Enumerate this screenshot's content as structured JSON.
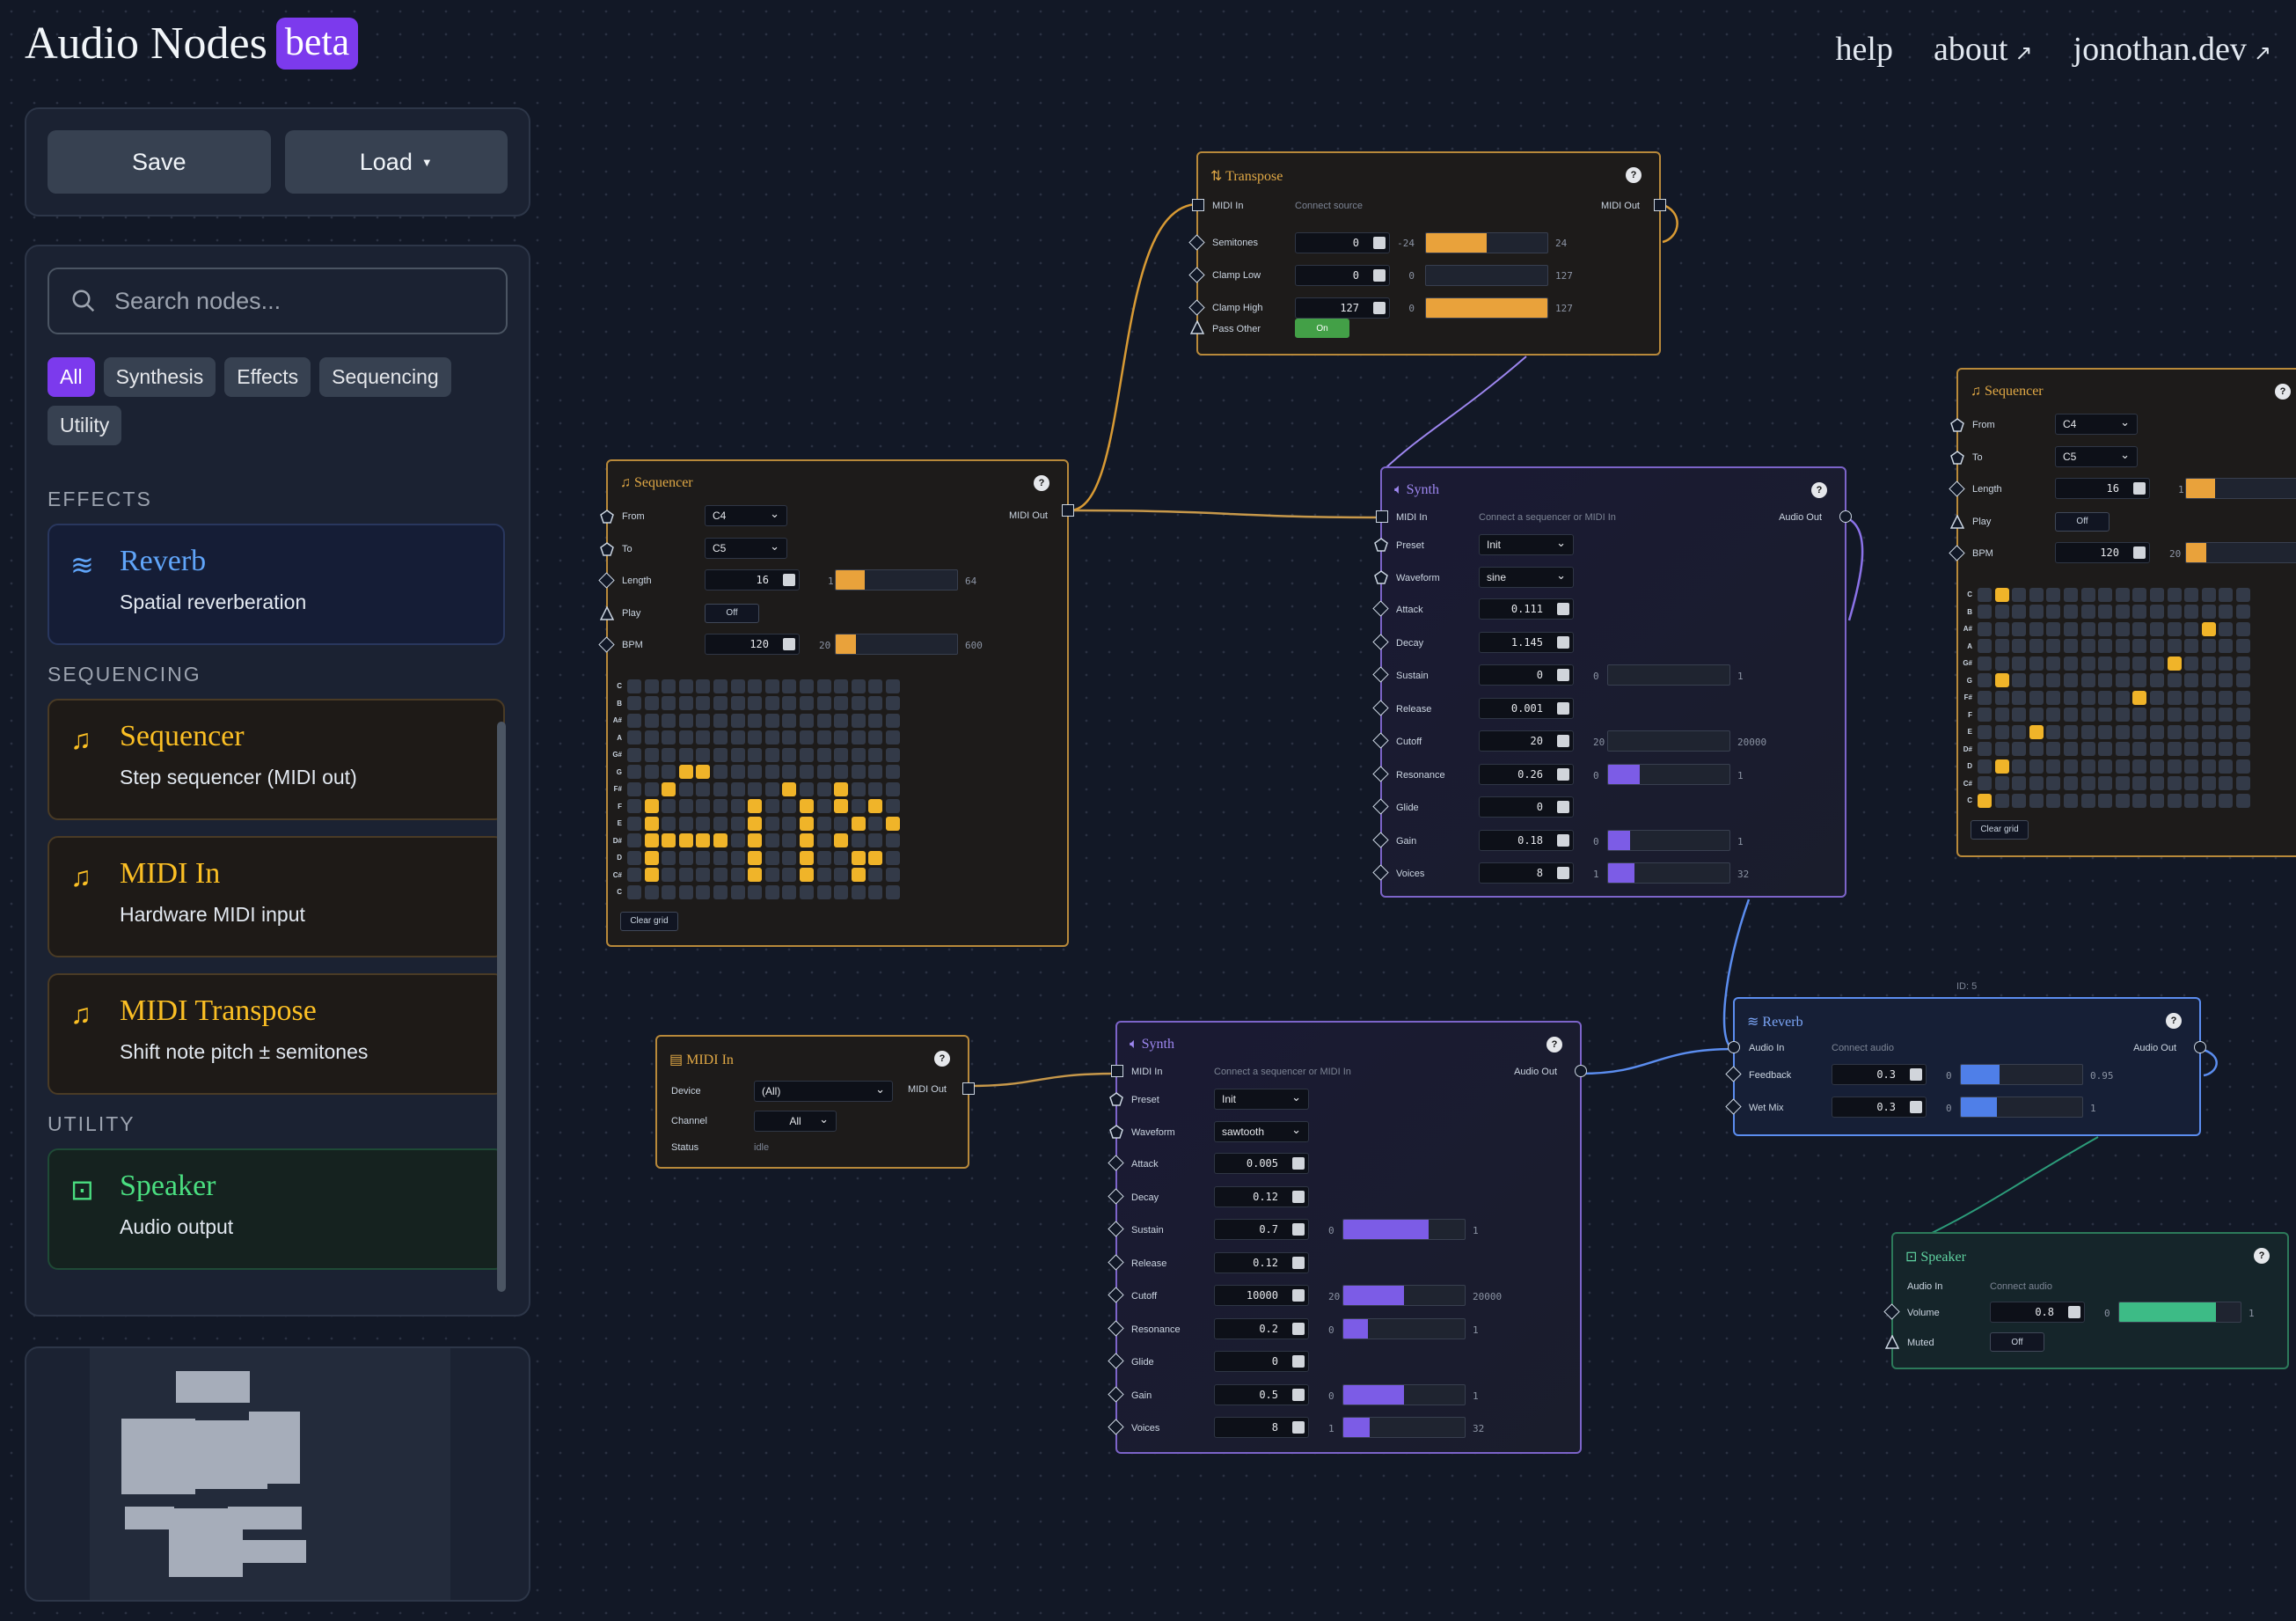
{
  "brand": {
    "title": "Audio Nodes",
    "badge": "beta"
  },
  "nav": [
    "help",
    "about",
    "jonothan.dev"
  ],
  "panel": {
    "save": "Save",
    "load": "Load",
    "search_placeholder": "Search nodes...",
    "filters": [
      "All",
      "Synthesis",
      "Effects",
      "Sequencing",
      "Utility"
    ],
    "sections": [
      {
        "title": "EFFECTS",
        "items": [
          {
            "name": "Reverb",
            "desc": "Spatial reverberation",
            "icon": "waves-icon",
            "tone": "blue"
          }
        ]
      },
      {
        "title": "SEQUENCING",
        "items": [
          {
            "name": "Sequencer",
            "desc": "Step sequencer (MIDI out)",
            "icon": "music-note-icon",
            "tone": "amber"
          },
          {
            "name": "MIDI In",
            "desc": "Hardware MIDI input",
            "icon": "music-note-icon",
            "tone": "amber"
          },
          {
            "name": "MIDI Transpose",
            "desc": "Shift note pitch ± semitones",
            "icon": "music-note-icon",
            "tone": "amber"
          }
        ]
      },
      {
        "title": "UTILITY",
        "items": [
          {
            "name": "Speaker",
            "desc": "Audio output",
            "icon": "speaker-icon",
            "tone": "green"
          }
        ]
      }
    ]
  },
  "colors": {
    "accent": "#7c3aed",
    "amber": "#f0b429",
    "violet": "#8b5cf6",
    "blue": "#4f7fe8",
    "green": "#3dbb86"
  },
  "transpose": {
    "title": "Transpose",
    "midi_in": "MIDI In",
    "hint": "Connect source",
    "midi_out": "MIDI Out",
    "rows": [
      {
        "label": "Semitones",
        "value": "0",
        "min": "-24",
        "max": "24",
        "fill": 0.5
      },
      {
        "label": "Clamp Low",
        "value": "0",
        "min": "0",
        "max": "127",
        "fill": 0
      },
      {
        "label": "Clamp High",
        "value": "127",
        "min": "0",
        "max": "127",
        "fill": 1
      }
    ],
    "pass_label": "Pass Other",
    "pass_value": "On"
  },
  "seq1": {
    "title": "Sequencer",
    "midi_out": "MIDI Out",
    "from_label": "From",
    "from": "C4",
    "to_label": "To",
    "to": "C5",
    "length_label": "Length",
    "length": "16",
    "length_min": "1",
    "length_max": "64",
    "length_fill": 0.24,
    "play_label": "Play",
    "play": "Off",
    "bpm_label": "BPM",
    "bpm": "120",
    "bpm_min": "20",
    "bpm_max": "600",
    "bpm_fill": 0.17,
    "clear": "Clear grid",
    "keys": [
      "C",
      "B",
      "A#",
      "A",
      "G#",
      "G",
      "F#",
      "F",
      "E",
      "D#",
      "D",
      "C#",
      "C"
    ],
    "grid": [
      "0000000000000000",
      "0000000000000000",
      "0000000000000000",
      "0000000000000000",
      "0000000000000000",
      "0001100000000000",
      "0010000001001000",
      "0100000100101010",
      "0100000100100101",
      "0111110100101000",
      "0100000100100110",
      "0100000100100100",
      "0000000000000000"
    ]
  },
  "seq2": {
    "title": "Sequencer",
    "from_label": "From",
    "from": "C4",
    "to_label": "To",
    "to": "C5",
    "length_label": "Length",
    "length": "16",
    "length_min": "1",
    "play_label": "Play",
    "play": "Off",
    "bpm_label": "BPM",
    "bpm": "120",
    "bpm_min": "20",
    "clear": "Clear grid",
    "keys": [
      "C",
      "B",
      "A#",
      "A",
      "G#",
      "G",
      "F#",
      "F",
      "E",
      "D#",
      "D",
      "C#",
      "C"
    ],
    "grid": [
      "0100000000000000",
      "0000000000000000",
      "0000000000000100",
      "0000000000000000",
      "0000000000010000",
      "0100000000000000",
      "0000000001000000",
      "0000000000000000",
      "0001000000000000",
      "0000000000000000",
      "0100000000000000",
      "0000000000000000",
      "1000000000000000"
    ]
  },
  "synth1": {
    "title": "Synth",
    "midi_in": "MIDI In",
    "hint": "Connect a sequencer or MIDI In",
    "audio_out": "Audio Out",
    "preset_label": "Preset",
    "preset": "Init",
    "wave_label": "Waveform",
    "wave": "sine",
    "rows": [
      {
        "label": "Attack",
        "value": "0.111"
      },
      {
        "label": "Decay",
        "value": "1.145"
      },
      {
        "label": "Sustain",
        "value": "0",
        "min": "0",
        "max": "1",
        "fill": 0
      },
      {
        "label": "Release",
        "value": "0.001"
      },
      {
        "label": "Cutoff",
        "value": "20",
        "min": "20",
        "max": "20000",
        "fill": 0
      },
      {
        "label": "Resonance",
        "value": "0.26",
        "min": "0",
        "max": "1",
        "fill": 0.26
      },
      {
        "label": "Glide",
        "value": "0"
      },
      {
        "label": "Gain",
        "value": "0.18",
        "min": "0",
        "max": "1",
        "fill": 0.18
      },
      {
        "label": "Voices",
        "value": "8",
        "min": "1",
        "max": "32",
        "fill": 0.22
      }
    ]
  },
  "synth2": {
    "title": "Synth",
    "midi_in": "MIDI In",
    "hint": "Connect a sequencer or MIDI In",
    "audio_out": "Audio Out",
    "preset_label": "Preset",
    "preset": "Init",
    "wave_label": "Waveform",
    "wave": "sawtooth",
    "rows": [
      {
        "label": "Attack",
        "value": "0.005"
      },
      {
        "label": "Decay",
        "value": "0.12"
      },
      {
        "label": "Sustain",
        "value": "0.7",
        "min": "0",
        "max": "1",
        "fill": 0.7
      },
      {
        "label": "Release",
        "value": "0.12"
      },
      {
        "label": "Cutoff",
        "value": "10000",
        "min": "20",
        "max": "20000",
        "fill": 0.5
      },
      {
        "label": "Resonance",
        "value": "0.2",
        "min": "0",
        "max": "1",
        "fill": 0.2
      },
      {
        "label": "Glide",
        "value": "0"
      },
      {
        "label": "Gain",
        "value": "0.5",
        "min": "0",
        "max": "1",
        "fill": 0.5
      },
      {
        "label": "Voices",
        "value": "8",
        "min": "1",
        "max": "32",
        "fill": 0.22
      }
    ]
  },
  "midiin": {
    "title": "MIDI In",
    "midi_out": "MIDI Out",
    "device_label": "Device",
    "device": "(All)",
    "channel_label": "Channel",
    "channel": "All",
    "status_label": "Status",
    "status": "idle"
  },
  "reverb": {
    "title": "Reverb",
    "id": "ID: 5",
    "audio_in": "Audio In",
    "hint": "Connect audio",
    "audio_out": "Audio Out",
    "rows": [
      {
        "label": "Feedback",
        "value": "0.3",
        "min": "0",
        "max": "0.95",
        "fill": 0.32
      },
      {
        "label": "Wet Mix",
        "value": "0.3",
        "min": "0",
        "max": "1",
        "fill": 0.3
      }
    ]
  },
  "speaker": {
    "title": "Speaker",
    "audio_in": "Audio In",
    "hint": "Connect audio",
    "volume_label": "Volume",
    "volume": "0.8",
    "min": "0",
    "max": "1",
    "fill": 0.8,
    "muted_label": "Muted",
    "muted": "Off"
  }
}
